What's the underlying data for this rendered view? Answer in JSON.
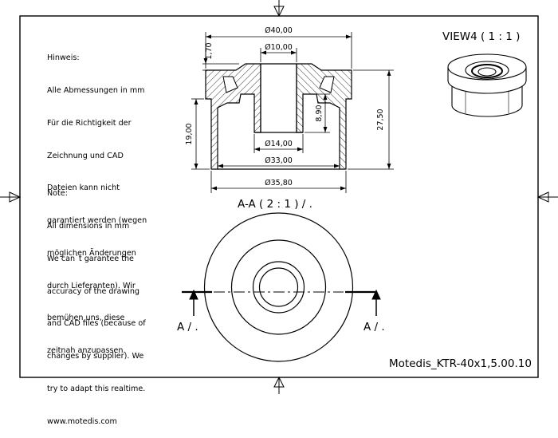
{
  "notes": {
    "german": [
      "Hinweis:",
      "Alle Abmessungen in mm",
      "Für die Richtigkeit der",
      "Zeichnung und CAD",
      "Dateien kann nicht",
      "garantiert werden (wegen",
      "möglichen Änderungen",
      "durch Lieferanten). Wir",
      "bemühen uns, diese",
      "zeitnah anzupassen."
    ],
    "english": [
      "Note:",
      "All dimensions in mm",
      "We can`t garantee the",
      "accuracy of the drawing",
      "and CAD files (because of",
      "changes by supplier). We",
      "try to adapt this realtime.",
      "www.motedis.com"
    ]
  },
  "views": {
    "section_label": "A-A ( 2 : 1 ) / .",
    "iso_label": "VIEW4 ( 1 : 1 )",
    "cut_left": "A / .",
    "cut_right": "A / ."
  },
  "dimensions": {
    "d40": "Ø40,00",
    "d10": "Ø10,00",
    "d14": "Ø14,00",
    "d33": "Ø33,00",
    "d35": "Ø35,80",
    "h170": "1,70",
    "h890": "8,90",
    "h1900": "19,00",
    "h2750": "27,50"
  },
  "title_block": {
    "part_number": "Motedis_KTR-40x1,5.00.10"
  }
}
